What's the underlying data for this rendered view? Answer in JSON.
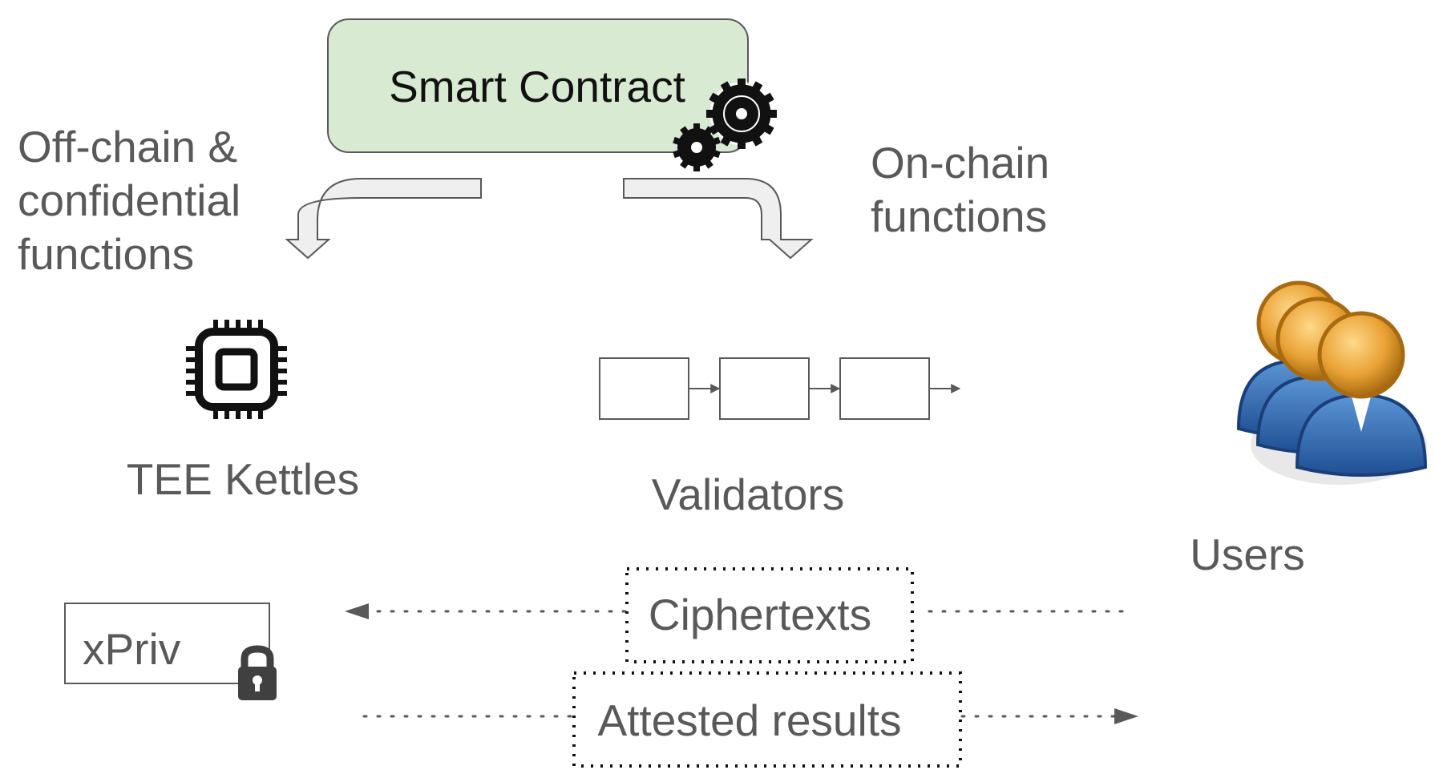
{
  "smart_contract": {
    "label": "Smart Contract"
  },
  "off_chain": {
    "lines": [
      "Off-chain &",
      "confidential",
      "functions"
    ]
  },
  "on_chain": {
    "lines": [
      "On-chain",
      "functions"
    ]
  },
  "tee": {
    "label": "TEE Kettles",
    "icon": "cpu-chip-icon"
  },
  "validators": {
    "label": "Validators",
    "blocks": 3
  },
  "users": {
    "label": "Users",
    "icon": "users-group-icon"
  },
  "xpriv": {
    "label": "xPriv",
    "icon": "lock-icon"
  },
  "flows": {
    "ciphertexts": "Ciphertexts",
    "attested_results": "Attested results"
  },
  "colors": {
    "contract_fill": "#d9ead3",
    "text_gray": "#595959",
    "user_head": "#f0a830",
    "user_body": "#2e6db4"
  }
}
